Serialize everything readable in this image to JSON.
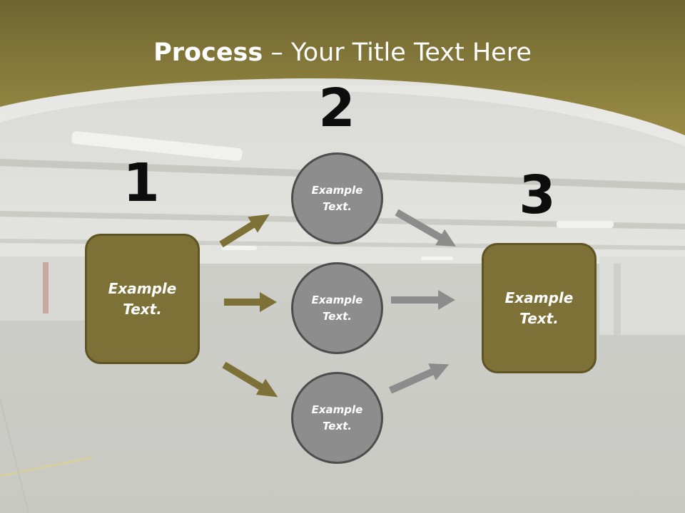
{
  "title": {
    "bold": "Process",
    "rest": " – Your Title Text Here"
  },
  "steps": [
    {
      "number": "1",
      "label": "Example Text."
    },
    {
      "number": "2",
      "labels": [
        "Example Text.",
        "Example Text.",
        "Example Text."
      ]
    },
    {
      "number": "3",
      "label": "Example Text."
    }
  ],
  "colors": {
    "header_gold": "#8f823e",
    "box_fill": "#7e7137",
    "circle_fill": "#8d8d8d",
    "arrow_gold": "#7e7137",
    "arrow_gray": "#8c8c8c"
  }
}
